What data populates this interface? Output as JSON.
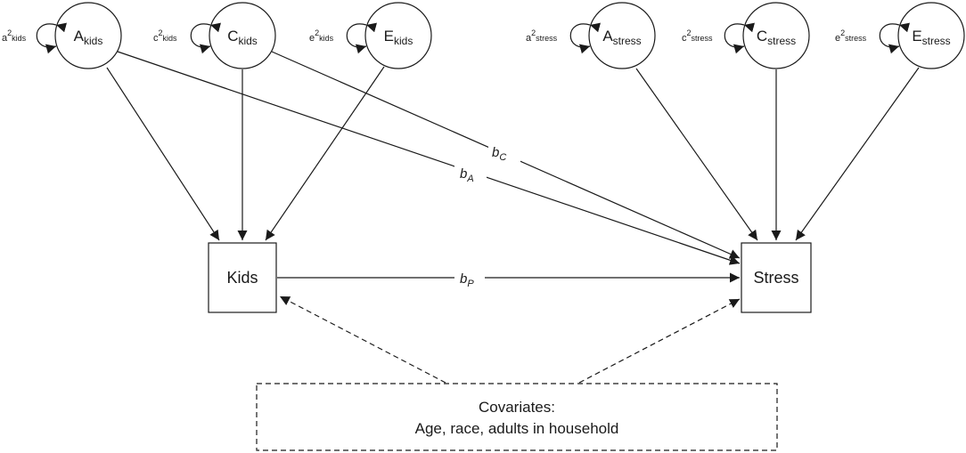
{
  "latents": [
    {
      "id": "A_kids",
      "base": "A",
      "sub": "kids",
      "var_base": "a",
      "var_sub": "kids"
    },
    {
      "id": "C_kids",
      "base": "C",
      "sub": "kids",
      "var_base": "c",
      "var_sub": "kids"
    },
    {
      "id": "E_kids",
      "base": "E",
      "sub": "kids",
      "var_base": "e",
      "var_sub": "kids"
    },
    {
      "id": "A_stress",
      "base": "A",
      "sub": "stress",
      "var_base": "a",
      "var_sub": "stress"
    },
    {
      "id": "C_stress",
      "base": "C",
      "sub": "stress",
      "var_base": "c",
      "var_sub": "stress"
    },
    {
      "id": "E_stress",
      "base": "E",
      "sub": "stress",
      "var_base": "e",
      "var_sub": "stress"
    }
  ],
  "observed": {
    "kids": "Kids",
    "stress": "Stress"
  },
  "paths": {
    "bC": {
      "base": "b",
      "sub": "C"
    },
    "bA": {
      "base": "b",
      "sub": "A"
    },
    "bP": {
      "base": "b",
      "sub": "P"
    }
  },
  "covariates": {
    "line1": "Covariates:",
    "line2": "Age, race, adults in household"
  },
  "colors": {
    "stroke": "#1a1a1a",
    "fill": "#ffffff"
  }
}
